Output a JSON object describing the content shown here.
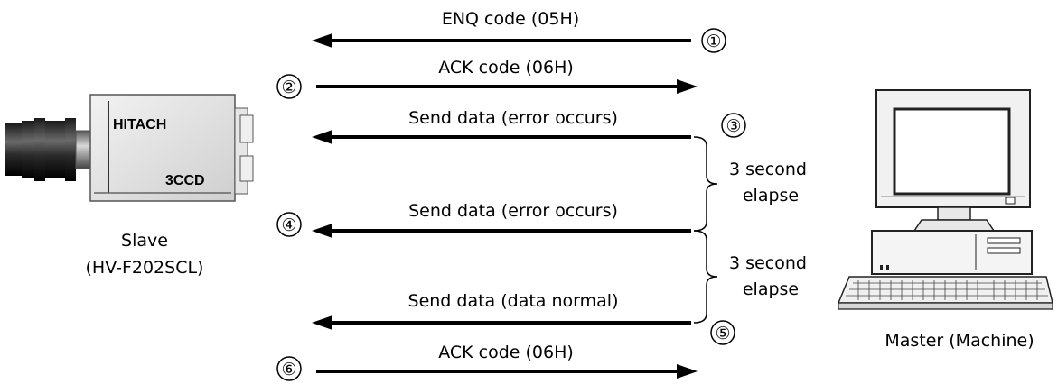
{
  "messages": [
    {
      "label": "ENQ code (05H)",
      "step": "①"
    },
    {
      "label": "ACK code (06H)",
      "step": "②"
    },
    {
      "label": "Send data (error occurs)",
      "step": "③"
    },
    {
      "label": "Send data (error occurs)",
      "step": "④"
    },
    {
      "label": "Send data (data normal)",
      "step": "⑤"
    },
    {
      "label": "ACK code (06H)",
      "step": "⑥"
    }
  ],
  "intervals": [
    {
      "line1": "3 second",
      "line2": "elapse"
    },
    {
      "line1": "3 second",
      "line2": "elapse"
    }
  ],
  "slave": {
    "brand": "HITACH",
    "model_badge": "3CCD",
    "line1": "Slave",
    "line2": "(HV-F202SCL)"
  },
  "master": {
    "label": "Master (Machine)"
  }
}
